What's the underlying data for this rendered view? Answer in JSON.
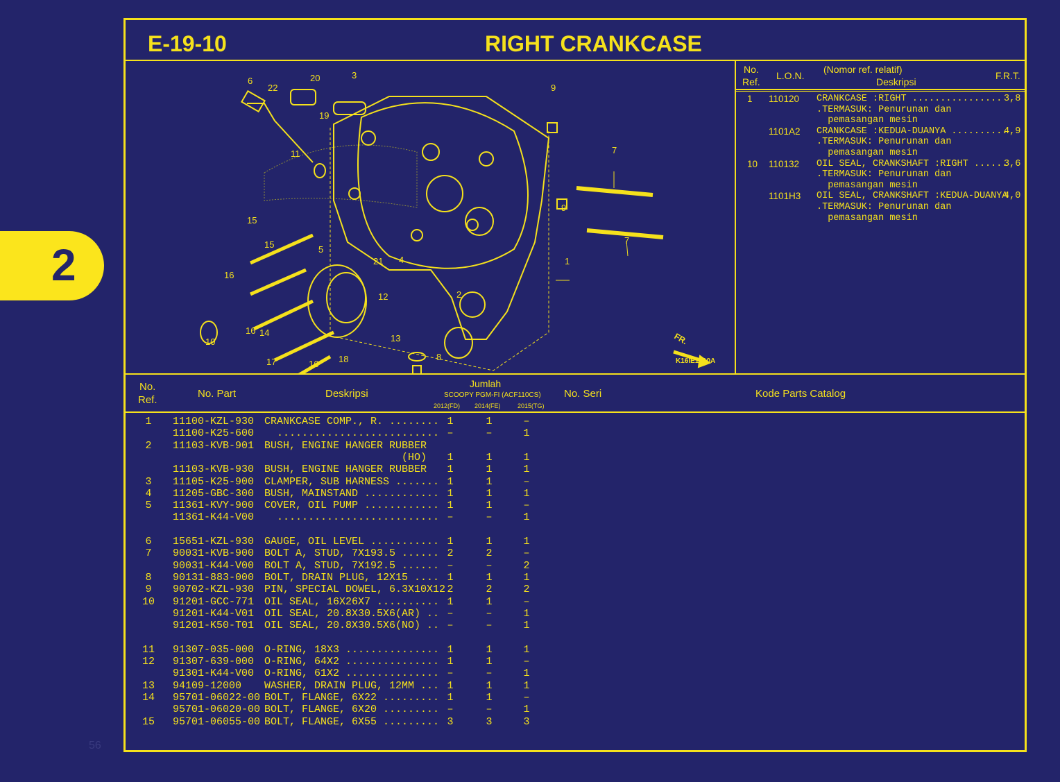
{
  "section_tab": "2",
  "page_number": "56",
  "header": {
    "code": "E-19-10",
    "title": "RIGHT CRANKCASE"
  },
  "diagram_code": "K16IE1910A",
  "diagram_direction": "FR.",
  "callouts": [
    "6",
    "22",
    "20",
    "3",
    "9",
    "19",
    "11",
    "7",
    "9",
    "7",
    "15",
    "15",
    "5",
    "21",
    "4",
    "1",
    "16",
    "12",
    "2",
    "10",
    "16",
    "14",
    "13",
    "8",
    "17",
    "16",
    "18"
  ],
  "ref_table": {
    "headers": {
      "no": "No.",
      "ref": "Ref.",
      "lon": "L.O.N.",
      "desc1": "(Nomor ref. relatif)",
      "desc2": "Deskripsi",
      "frt": "F.R.T."
    },
    "rows": [
      {
        "ref": "1",
        "lon": "110120",
        "desc": "CRANKCASE :RIGHT ................",
        "frt": "3,8"
      },
      {
        "ref": "",
        "lon": "",
        "desc": ".TERMASUK: Penurunan dan",
        "frt": ""
      },
      {
        "ref": "",
        "lon": "",
        "desc": "  pemasangan mesin",
        "frt": ""
      },
      {
        "ref": "",
        "lon": "1101A2",
        "desc": "CRANKCASE :KEDUA-DUANYA ..........",
        "frt": "4,9"
      },
      {
        "ref": "",
        "lon": "",
        "desc": ".TERMASUK: Penurunan dan",
        "frt": ""
      },
      {
        "ref": "",
        "lon": "",
        "desc": "  pemasangan mesin",
        "frt": ""
      },
      {
        "ref": "10",
        "lon": "110132",
        "desc": "OIL SEAL, CRANKSHAFT :RIGHT ......",
        "frt": "3,6"
      },
      {
        "ref": "",
        "lon": "",
        "desc": ".TERMASUK: Penurunan dan",
        "frt": ""
      },
      {
        "ref": "",
        "lon": "",
        "desc": "  pemasangan mesin",
        "frt": ""
      },
      {
        "ref": "",
        "lon": "1101H3",
        "desc": "OIL SEAL, CRANKSHAFT :KEDUA-DUANYA",
        "frt": "4,0"
      },
      {
        "ref": "",
        "lon": "",
        "desc": ".TERMASUK: Penurunan dan",
        "frt": ""
      },
      {
        "ref": "",
        "lon": "",
        "desc": "  pemasangan mesin",
        "frt": ""
      }
    ]
  },
  "parts_table": {
    "headers": {
      "no": "No.",
      "ref": "Ref.",
      "part": "No. Part",
      "desc": "Deskripsi",
      "jumlah": "Jumlah",
      "model": "SCOOPY PGM-FI (ACF110CS)",
      "y1": "2012(FD)",
      "y2": "2014(FE)",
      "y3": "2015(TG)",
      "serial": "No. Seri",
      "catalog": "Kode Parts Catalog"
    },
    "rows": [
      {
        "ref": "1",
        "part": "11100-KZL-930",
        "desc": "CRANKCASE COMP., R. ........",
        "q": [
          "1",
          "1",
          "–"
        ]
      },
      {
        "ref": "",
        "part": "11100-K25-600",
        "desc": "  ..........................",
        "q": [
          "–",
          "–",
          "1"
        ]
      },
      {
        "ref": "2",
        "part": "11103-KVB-901",
        "desc": "BUSH, ENGINE HANGER RUBBER",
        "q": [
          "",
          "",
          ""
        ]
      },
      {
        "ref": "",
        "part": "",
        "desc": "                      (HO)",
        "q": [
          "1",
          "1",
          "1"
        ]
      },
      {
        "ref": "",
        "part": "11103-KVB-930",
        "desc": "BUSH, ENGINE HANGER RUBBER",
        "q": [
          "1",
          "1",
          "1"
        ]
      },
      {
        "ref": "3",
        "part": "11105-K25-900",
        "desc": "CLAMPER, SUB HARNESS .......",
        "q": [
          "1",
          "1",
          "–"
        ]
      },
      {
        "ref": "4",
        "part": "11205-GBC-300",
        "desc": "BUSH, MAINSTAND ............",
        "q": [
          "1",
          "1",
          "1"
        ]
      },
      {
        "ref": "5",
        "part": "11361-KVY-900",
        "desc": "COVER, OIL PUMP ............",
        "q": [
          "1",
          "1",
          "–"
        ]
      },
      {
        "ref": "",
        "part": "11361-K44-V00",
        "desc": "  ..........................",
        "q": [
          "–",
          "–",
          "1"
        ]
      },
      {
        "ref": "",
        "part": "",
        "desc": "",
        "q": [
          "",
          "",
          ""
        ]
      },
      {
        "ref": "6",
        "part": "15651-KZL-930",
        "desc": "GAUGE, OIL LEVEL ...........",
        "q": [
          "1",
          "1",
          "1"
        ]
      },
      {
        "ref": "7",
        "part": "90031-KVB-900",
        "desc": "BOLT A, STUD, 7X193.5 ......",
        "q": [
          "2",
          "2",
          "–"
        ]
      },
      {
        "ref": "",
        "part": "90031-K44-V00",
        "desc": "BOLT A, STUD, 7X192.5 ......",
        "q": [
          "–",
          "–",
          "2"
        ]
      },
      {
        "ref": "8",
        "part": "90131-883-000",
        "desc": "BOLT, DRAIN PLUG, 12X15 ....",
        "q": [
          "1",
          "1",
          "1"
        ]
      },
      {
        "ref": "9",
        "part": "90702-KZL-930",
        "desc": "PIN, SPECIAL DOWEL, 6.3X10X12",
        "q": [
          "2",
          "2",
          "2"
        ]
      },
      {
        "ref": "10",
        "part": "91201-GCC-771",
        "desc": "OIL SEAL, 16X26X7 ..........",
        "q": [
          "1",
          "1",
          "–"
        ]
      },
      {
        "ref": "",
        "part": "91201-K44-V01",
        "desc": "OIL SEAL, 20.8X30.5X6(AR) ..",
        "q": [
          "–",
          "–",
          "1"
        ]
      },
      {
        "ref": "",
        "part": "91201-K50-T01",
        "desc": "OIL SEAL, 20.8X30.5X6(NO) ..",
        "q": [
          "–",
          "–",
          "1"
        ]
      },
      {
        "ref": "",
        "part": "",
        "desc": "",
        "q": [
          "",
          "",
          ""
        ]
      },
      {
        "ref": "11",
        "part": "91307-035-000",
        "desc": "O-RING, 18X3 ...............",
        "q": [
          "1",
          "1",
          "1"
        ]
      },
      {
        "ref": "12",
        "part": "91307-639-000",
        "desc": "O-RING, 64X2 ...............",
        "q": [
          "1",
          "1",
          "–"
        ]
      },
      {
        "ref": "",
        "part": "91301-K44-V00",
        "desc": "O-RING, 61X2 ...............",
        "q": [
          "–",
          "–",
          "1"
        ]
      },
      {
        "ref": "13",
        "part": "94109-12000",
        "desc": "WASHER, DRAIN PLUG, 12MM ...",
        "q": [
          "1",
          "1",
          "1"
        ]
      },
      {
        "ref": "14",
        "part": "95701-06022-00",
        "desc": "BOLT, FLANGE, 6X22 .........",
        "q": [
          "1",
          "1",
          "–"
        ]
      },
      {
        "ref": "",
        "part": "95701-06020-00",
        "desc": "BOLT, FLANGE, 6X20 .........",
        "q": [
          "–",
          "–",
          "1"
        ]
      },
      {
        "ref": "15",
        "part": "95701-06055-00",
        "desc": "BOLT, FLANGE, 6X55 .........",
        "q": [
          "3",
          "3",
          "3"
        ]
      }
    ]
  }
}
